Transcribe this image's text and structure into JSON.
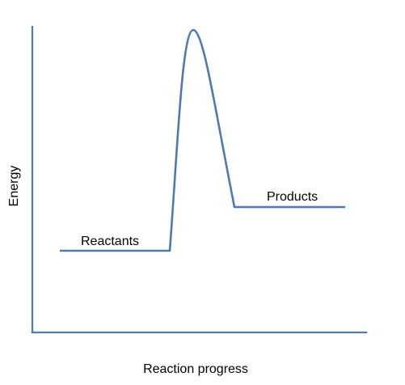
{
  "diagram": {
    "title": "",
    "y_axis_label": "Energy",
    "x_axis_label": "Reaction progress",
    "reactants_label": "Reactants",
    "products_label": "Products"
  },
  "colors": {
    "line": "#4f78b4",
    "text": "#000000",
    "background": "#ffffff"
  }
}
